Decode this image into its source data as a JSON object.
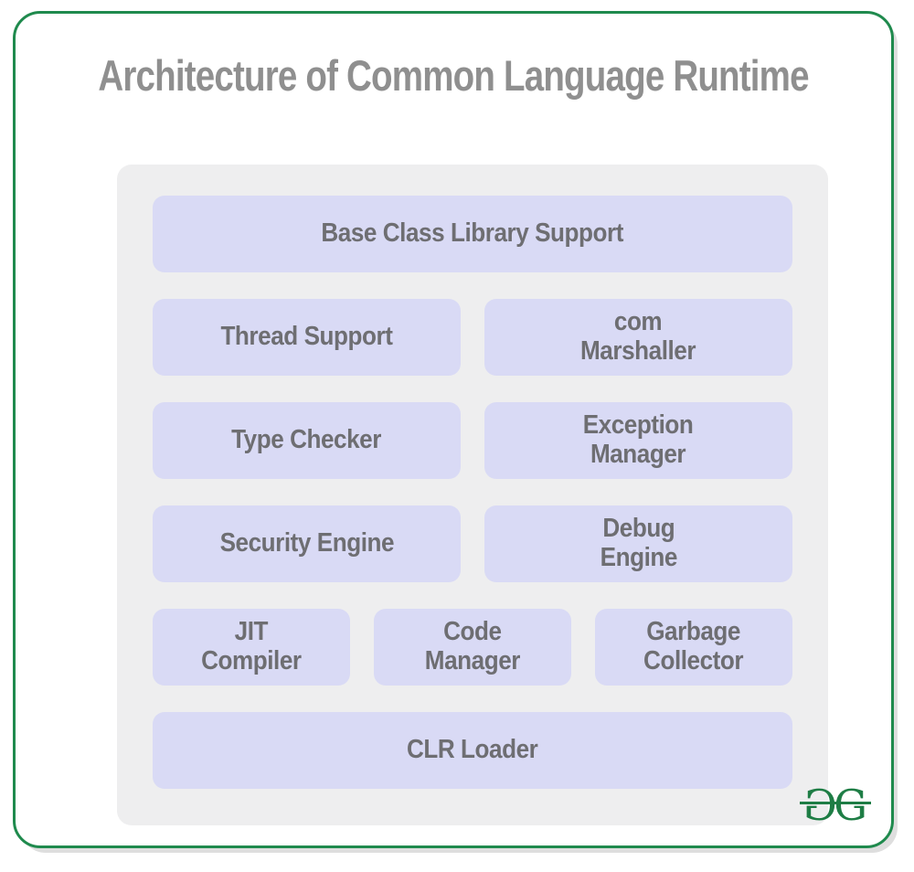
{
  "title": "Architecture of Common Language Runtime",
  "panel": {
    "rows": [
      {
        "cells": [
          {
            "label": "Base Class Library Support"
          }
        ]
      },
      {
        "cells": [
          {
            "label": "Thread Support"
          },
          {
            "label": "com\nMarshaller"
          }
        ]
      },
      {
        "cells": [
          {
            "label": "Type Checker"
          },
          {
            "label": "Exception\nManager"
          }
        ]
      },
      {
        "cells": [
          {
            "label": "Security Engine"
          },
          {
            "label": "Debug\nEngine"
          }
        ]
      },
      {
        "cells": [
          {
            "label": "JIT\nCompiler"
          },
          {
            "label": "Code\nManager"
          },
          {
            "label": "Garbage\nCollector"
          }
        ]
      },
      {
        "cells": [
          {
            "label": "CLR Loader"
          }
        ]
      }
    ]
  },
  "logo": {
    "left_glyph": "G",
    "right_glyph": "G"
  },
  "colors": {
    "frame_green": "#1f8a4d",
    "logo_green": "#1e7d45",
    "frame_shadow": "#dedede",
    "panel_bg": "#eeeeef",
    "box_bg": "#d9daf5",
    "box_text": "#6e6e72",
    "title_text": "#8f8f8f"
  }
}
